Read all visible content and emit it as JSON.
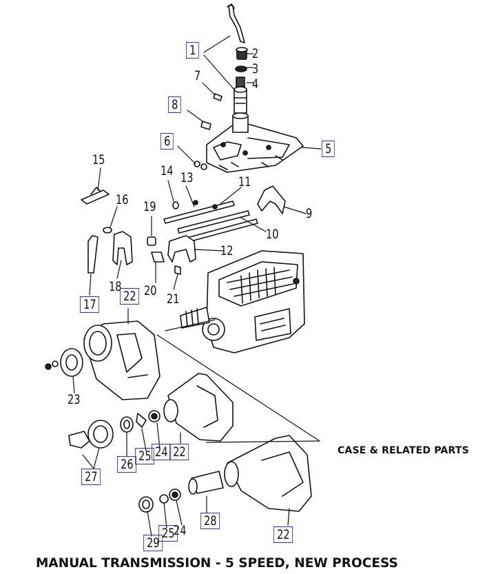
{
  "section_title": "CASE & RELATED PARTS",
  "figure_caption": "MANUAL TRANSMISSION - 5 SPEED, NEW PROCESS",
  "box_color": "#2d2dd8",
  "callouts": [
    {
      "id": "p1",
      "text": "1",
      "boxed": true
    },
    {
      "id": "p2",
      "text": "2",
      "boxed": false
    },
    {
      "id": "p3",
      "text": "3",
      "boxed": false
    },
    {
      "id": "p4",
      "text": "4",
      "boxed": false
    },
    {
      "id": "p5",
      "text": "5",
      "boxed": true
    },
    {
      "id": "p6",
      "text": "6",
      "boxed": true
    },
    {
      "id": "p7",
      "text": "7",
      "boxed": false
    },
    {
      "id": "p8",
      "text": "8",
      "boxed": true
    },
    {
      "id": "p9",
      "text": "9",
      "boxed": false
    },
    {
      "id": "p10",
      "text": "10",
      "boxed": false
    },
    {
      "id": "p11",
      "text": "11",
      "boxed": false
    },
    {
      "id": "p12",
      "text": "12",
      "boxed": false
    },
    {
      "id": "p13",
      "text": "13",
      "boxed": false
    },
    {
      "id": "p14",
      "text": "14",
      "boxed": false
    },
    {
      "id": "p15",
      "text": "15",
      "boxed": false
    },
    {
      "id": "p16",
      "text": "16",
      "boxed": false
    },
    {
      "id": "p17",
      "text": "17",
      "boxed": true
    },
    {
      "id": "p18",
      "text": "18",
      "boxed": false
    },
    {
      "id": "p19",
      "text": "19",
      "boxed": false
    },
    {
      "id": "p20",
      "text": "20",
      "boxed": false
    },
    {
      "id": "p21",
      "text": "21",
      "boxed": false
    },
    {
      "id": "p22a",
      "text": "22",
      "boxed": true
    },
    {
      "id": "p22b",
      "text": "22",
      "boxed": true
    },
    {
      "id": "p22c",
      "text": "22",
      "boxed": true
    },
    {
      "id": "p23",
      "text": "23",
      "boxed": false
    },
    {
      "id": "p24a",
      "text": "24",
      "boxed": true
    },
    {
      "id": "p24b",
      "text": "24",
      "boxed": false
    },
    {
      "id": "p25a",
      "text": "25",
      "boxed": true
    },
    {
      "id": "p25b",
      "text": "25",
      "boxed": true
    },
    {
      "id": "p26",
      "text": "26",
      "boxed": true
    },
    {
      "id": "p27",
      "text": "27",
      "boxed": true
    },
    {
      "id": "p28",
      "text": "28",
      "boxed": true
    },
    {
      "id": "p29",
      "text": "29",
      "boxed": true
    }
  ]
}
